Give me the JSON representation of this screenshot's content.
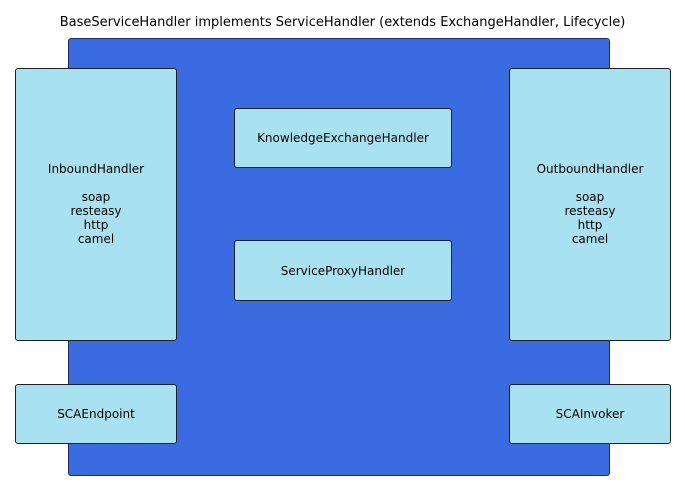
{
  "title": "BaseServiceHandler implements ServiceHandler (extends ExchangeHandler, Lifecycle)",
  "colors": {
    "container_fill": "#3a6be0",
    "box_fill": "#a8e2f0",
    "border": "#1f1f1f"
  },
  "inbound": {
    "name": "InboundHandler",
    "items": [
      "soap",
      "resteasy",
      "http",
      "camel"
    ]
  },
  "outbound": {
    "name": "OutboundHandler",
    "items": [
      "soap",
      "resteasy",
      "http",
      "camel"
    ]
  },
  "knowledge": {
    "name": "KnowledgeExchangeHandler"
  },
  "proxy": {
    "name": "ServiceProxyHandler"
  },
  "endpoint": {
    "name": "SCAEndpoint"
  },
  "invoker": {
    "name": "SCAInvoker"
  }
}
